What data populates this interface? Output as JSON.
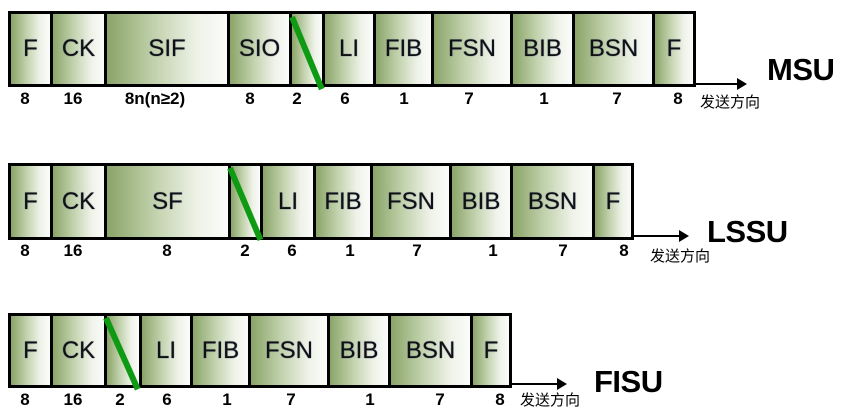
{
  "direction_label": "发送方向",
  "accent_colors": {
    "gradient_start": "#8aa468",
    "gradient_end": "#fbfcfa",
    "slash": "#0e9a12",
    "border": "#000000"
  },
  "frames": [
    {
      "type": "MSU",
      "fields": [
        "F",
        "CK",
        "SIF",
        "SIO",
        "",
        "LI",
        "FIB",
        "FSN",
        "BIB",
        "BSN",
        "F"
      ],
      "bits": [
        "8",
        "16",
        "8n(n≥2)",
        "8",
        "2",
        "6",
        "1",
        "7",
        "1",
        "7",
        "8"
      ]
    },
    {
      "type": "LSSU",
      "fields": [
        "F",
        "CK",
        "SF",
        "",
        "LI",
        "FIB",
        "FSN",
        "BIB",
        "BSN",
        "F"
      ],
      "bits": [
        "8",
        "16",
        "8",
        "2",
        "6",
        "1",
        "7",
        "1",
        "7",
        "8"
      ]
    },
    {
      "type": "FISU",
      "fields": [
        "F",
        "CK",
        "",
        "LI",
        "FIB",
        "FSN",
        "BIB",
        "BSN",
        "F"
      ],
      "bits": [
        "8",
        "16",
        "2",
        "6",
        "1",
        "7",
        "1",
        "7",
        "8"
      ]
    }
  ]
}
